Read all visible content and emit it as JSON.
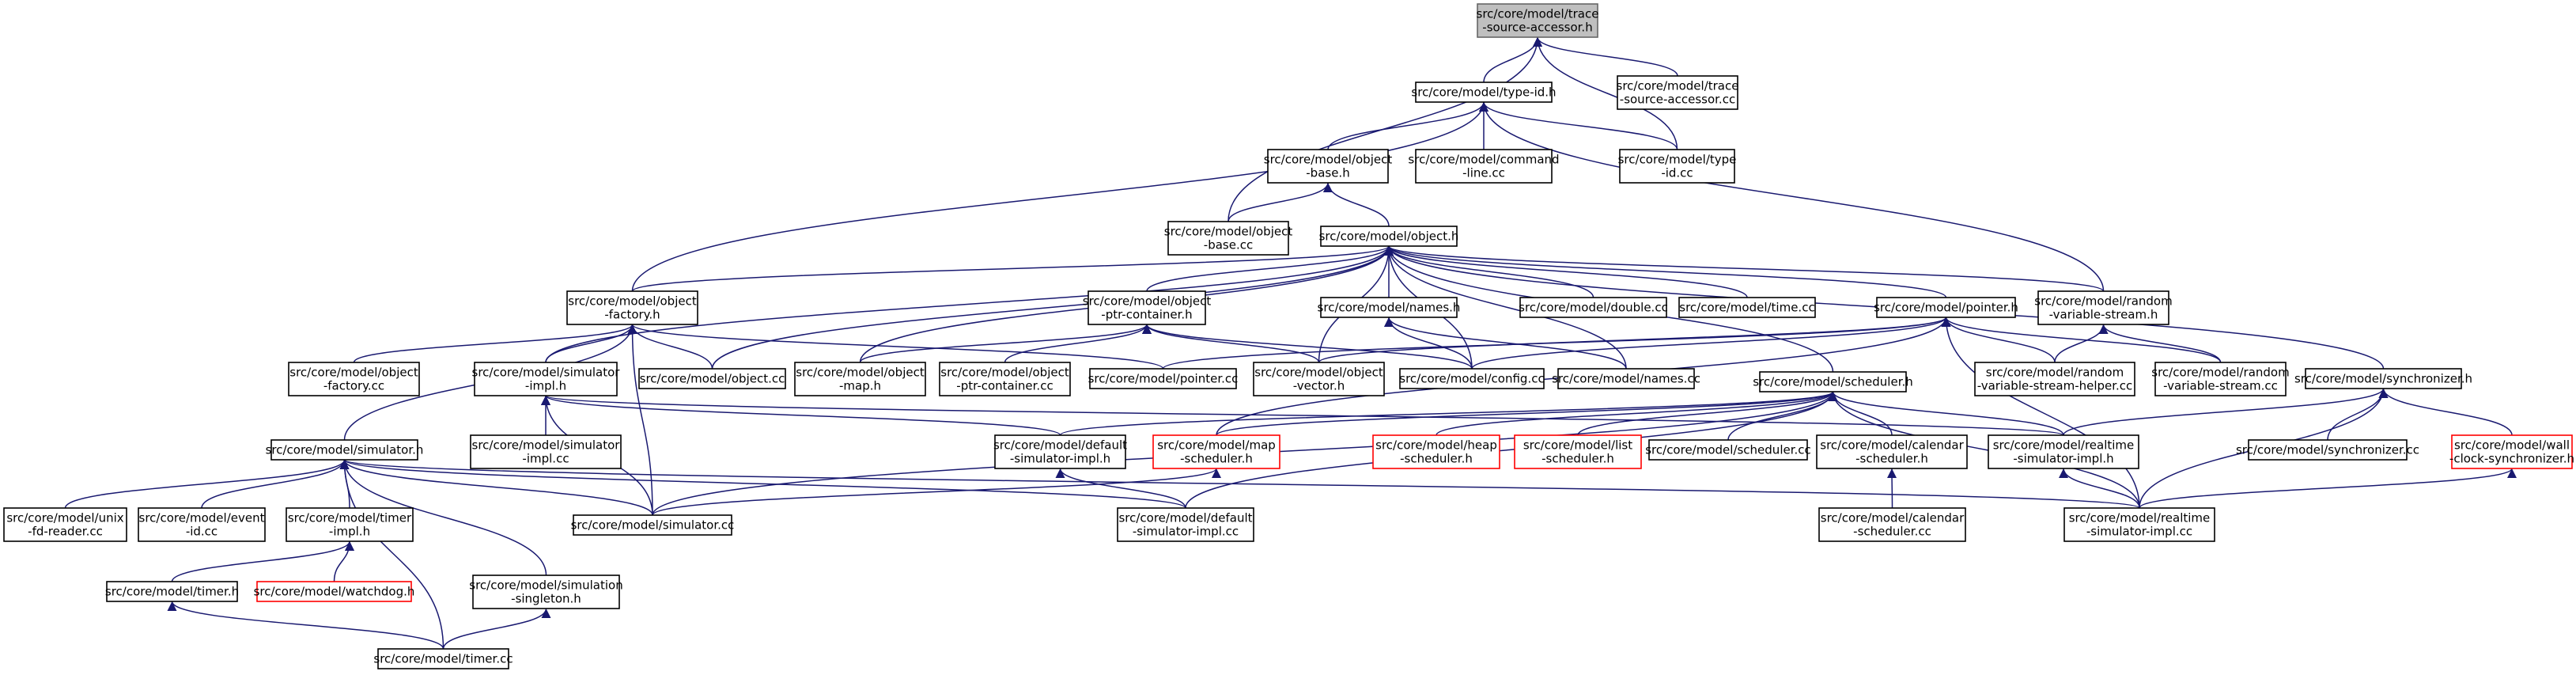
{
  "diagram": {
    "nodes": [
      {
        "id": "trace_accessor_h",
        "lines": [
          "src/core/model/trace",
          "-source-accessor.h"
        ],
        "style": "root"
      },
      {
        "id": "type_id_h",
        "lines": [
          "src/core/model/type-id.h"
        ]
      },
      {
        "id": "trace_accessor_cc",
        "lines": [
          "src/core/model/trace",
          "-source-accessor.cc"
        ]
      },
      {
        "id": "object_base_h",
        "lines": [
          "src/core/model/object",
          "-base.h"
        ]
      },
      {
        "id": "command_line_cc",
        "lines": [
          "src/core/model/command",
          "-line.cc"
        ]
      },
      {
        "id": "type_id_cc",
        "lines": [
          "src/core/model/type",
          "-id.cc"
        ]
      },
      {
        "id": "object_base_cc",
        "lines": [
          "src/core/model/object",
          "-base.cc"
        ]
      },
      {
        "id": "object_h",
        "lines": [
          "src/core/model/object.h"
        ]
      },
      {
        "id": "object_factory_h",
        "lines": [
          "src/core/model/object",
          "-factory.h"
        ]
      },
      {
        "id": "ptr_container_h",
        "lines": [
          "src/core/model/object",
          "-ptr-container.h"
        ]
      },
      {
        "id": "names_h",
        "lines": [
          "src/core/model/names.h"
        ]
      },
      {
        "id": "double_cc",
        "lines": [
          "src/core/model/double.cc"
        ]
      },
      {
        "id": "time_cc",
        "lines": [
          "src/core/model/time.cc"
        ]
      },
      {
        "id": "pointer_h",
        "lines": [
          "src/core/model/pointer.h"
        ]
      },
      {
        "id": "rvs_h",
        "lines": [
          "src/core/model/random",
          "-variable-stream.h"
        ]
      },
      {
        "id": "object_factory_cc",
        "lines": [
          "src/core/model/object",
          "-factory.cc"
        ]
      },
      {
        "id": "simulator_impl_h",
        "lines": [
          "src/core/model/simulator",
          "-impl.h"
        ]
      },
      {
        "id": "object_cc",
        "lines": [
          "src/core/model/object.cc"
        ]
      },
      {
        "id": "object_map_h",
        "lines": [
          "src/core/model/object",
          "-map.h"
        ]
      },
      {
        "id": "ptr_container_cc",
        "lines": [
          "src/core/model/object",
          "-ptr-container.cc"
        ]
      },
      {
        "id": "pointer_cc",
        "lines": [
          "src/core/model/pointer.cc"
        ]
      },
      {
        "id": "object_vector_h",
        "lines": [
          "src/core/model/object",
          "-vector.h"
        ]
      },
      {
        "id": "config_cc",
        "lines": [
          "src/core/model/config.cc"
        ]
      },
      {
        "id": "names_cc",
        "lines": [
          "src/core/model/names.cc"
        ]
      },
      {
        "id": "rvs_helper_cc",
        "lines": [
          "src/core/model/random",
          "-variable-stream-helper.cc"
        ]
      },
      {
        "id": "rvs_cc",
        "lines": [
          "src/core/model/random",
          "-variable-stream.cc"
        ]
      },
      {
        "id": "synchronizer_h",
        "lines": [
          "src/core/model/synchronizer.h"
        ]
      },
      {
        "id": "scheduler_h",
        "lines": [
          "src/core/model/scheduler.h"
        ]
      },
      {
        "id": "simulator_impl_cc",
        "lines": [
          "src/core/model/simulator",
          "-impl.cc"
        ]
      },
      {
        "id": "simulator_h",
        "lines": [
          "src/core/model/simulator.h"
        ]
      },
      {
        "id": "default_sim_impl_h",
        "lines": [
          "src/core/model/default",
          "-simulator-impl.h"
        ]
      },
      {
        "id": "map_scheduler_h",
        "lines": [
          "src/core/model/map",
          "-scheduler.h"
        ],
        "style": "red"
      },
      {
        "id": "heap_scheduler_h",
        "lines": [
          "src/core/model/heap",
          "-scheduler.h"
        ],
        "style": "red"
      },
      {
        "id": "list_scheduler_h",
        "lines": [
          "src/core/model/list",
          "-scheduler.h"
        ],
        "style": "red"
      },
      {
        "id": "scheduler_cc",
        "lines": [
          "src/core/model/scheduler.cc"
        ]
      },
      {
        "id": "calendar_scheduler_h",
        "lines": [
          "src/core/model/calendar",
          "-scheduler.h"
        ]
      },
      {
        "id": "realtime_sim_impl_h",
        "lines": [
          "src/core/model/realtime",
          "-simulator-impl.h"
        ]
      },
      {
        "id": "synchronizer_cc",
        "lines": [
          "src/core/model/synchronizer.cc"
        ]
      },
      {
        "id": "wall_clock_sync_h",
        "lines": [
          "src/core/model/wall",
          "-clock-synchronizer.h"
        ],
        "style": "red"
      },
      {
        "id": "unix_fd_reader_cc",
        "lines": [
          "src/core/model/unix",
          "-fd-reader.cc"
        ]
      },
      {
        "id": "event_id_cc",
        "lines": [
          "src/core/model/event",
          "-id.cc"
        ]
      },
      {
        "id": "timer_impl_h",
        "lines": [
          "src/core/model/timer",
          "-impl.h"
        ]
      },
      {
        "id": "simulator_cc",
        "lines": [
          "src/core/model/simulator.cc"
        ]
      },
      {
        "id": "default_sim_impl_cc",
        "lines": [
          "src/core/model/default",
          "-simulator-impl.cc"
        ]
      },
      {
        "id": "calendar_scheduler_cc",
        "lines": [
          "src/core/model/calendar",
          "-scheduler.cc"
        ]
      },
      {
        "id": "realtime_sim_impl_cc",
        "lines": [
          "src/core/model/realtime",
          "-simulator-impl.cc"
        ]
      },
      {
        "id": "timer_h",
        "lines": [
          "src/core/model/timer.h"
        ]
      },
      {
        "id": "watchdog_h",
        "lines": [
          "src/core/model/watchdog.h"
        ],
        "style": "red"
      },
      {
        "id": "sim_singleton_h",
        "lines": [
          "src/core/model/simulation",
          "-singleton.h"
        ]
      },
      {
        "id": "timer_cc",
        "lines": [
          "src/core/model/timer.cc"
        ]
      }
    ],
    "edges": [
      [
        "type_id_h",
        "trace_accessor_h"
      ],
      [
        "trace_accessor_cc",
        "trace_accessor_h"
      ],
      [
        "object_base_cc",
        "trace_accessor_h"
      ],
      [
        "type_id_cc",
        "trace_accessor_h"
      ],
      [
        "object_base_h",
        "type_id_h"
      ],
      [
        "command_line_cc",
        "type_id_h"
      ],
      [
        "type_id_cc",
        "type_id_h"
      ],
      [
        "object_factory_h",
        "type_id_h"
      ],
      [
        "rvs_h",
        "type_id_h"
      ],
      [
        "object_base_cc",
        "object_base_h"
      ],
      [
        "object_h",
        "object_base_h"
      ],
      [
        "object_factory_h",
        "object_h"
      ],
      [
        "ptr_container_h",
        "object_h"
      ],
      [
        "names_h",
        "object_h"
      ],
      [
        "double_cc",
        "object_h"
      ],
      [
        "time_cc",
        "object_h"
      ],
      [
        "pointer_h",
        "object_h"
      ],
      [
        "rvs_h",
        "object_h"
      ],
      [
        "synchronizer_h",
        "object_h"
      ],
      [
        "scheduler_h",
        "object_h"
      ],
      [
        "simulator_impl_h",
        "object_h"
      ],
      [
        "object_cc",
        "object_h"
      ],
      [
        "object_map_h",
        "object_h"
      ],
      [
        "object_vector_h",
        "object_h"
      ],
      [
        "config_cc",
        "object_h"
      ],
      [
        "names_cc",
        "object_h"
      ],
      [
        "object_factory_cc",
        "object_factory_h"
      ],
      [
        "simulator_impl_h",
        "object_factory_h"
      ],
      [
        "object_cc",
        "object_factory_h"
      ],
      [
        "pointer_cc",
        "object_factory_h"
      ],
      [
        "simulator_h",
        "object_factory_h"
      ],
      [
        "simulator_cc",
        "object_factory_h"
      ],
      [
        "object_map_h",
        "ptr_container_h"
      ],
      [
        "ptr_container_cc",
        "ptr_container_h"
      ],
      [
        "object_vector_h",
        "ptr_container_h"
      ],
      [
        "config_cc",
        "ptr_container_h"
      ],
      [
        "config_cc",
        "names_h"
      ],
      [
        "names_cc",
        "names_h"
      ],
      [
        "pointer_cc",
        "pointer_h"
      ],
      [
        "object_vector_h",
        "pointer_h"
      ],
      [
        "config_cc",
        "pointer_h"
      ],
      [
        "rvs_helper_cc",
        "pointer_h"
      ],
      [
        "rvs_cc",
        "pointer_h"
      ],
      [
        "realtime_sim_impl_cc",
        "pointer_h"
      ],
      [
        "map_scheduler_h",
        "pointer_h"
      ],
      [
        "rvs_helper_cc",
        "rvs_h"
      ],
      [
        "rvs_cc",
        "rvs_h"
      ],
      [
        "simulator_impl_cc",
        "simulator_impl_h"
      ],
      [
        "default_sim_impl_h",
        "simulator_impl_h"
      ],
      [
        "realtime_sim_impl_h",
        "simulator_impl_h"
      ],
      [
        "simulator_cc",
        "simulator_impl_h"
      ],
      [
        "default_sim_impl_h",
        "scheduler_h"
      ],
      [
        "map_scheduler_h",
        "scheduler_h"
      ],
      [
        "heap_scheduler_h",
        "scheduler_h"
      ],
      [
        "list_scheduler_h",
        "scheduler_h"
      ],
      [
        "scheduler_cc",
        "scheduler_h"
      ],
      [
        "calendar_scheduler_h",
        "scheduler_h"
      ],
      [
        "realtime_sim_impl_h",
        "scheduler_h"
      ],
      [
        "simulator_cc",
        "scheduler_h"
      ],
      [
        "default_sim_impl_cc",
        "scheduler_h"
      ],
      [
        "realtime_sim_impl_cc",
        "scheduler_h"
      ],
      [
        "realtime_sim_impl_h",
        "synchronizer_h"
      ],
      [
        "synchronizer_cc",
        "synchronizer_h"
      ],
      [
        "wall_clock_sync_h",
        "synchronizer_h"
      ],
      [
        "realtime_sim_impl_cc",
        "synchronizer_h"
      ],
      [
        "default_sim_impl_cc",
        "default_sim_impl_h"
      ],
      [
        "simulator_cc",
        "map_scheduler_h"
      ],
      [
        "calendar_scheduler_cc",
        "calendar_scheduler_h"
      ],
      [
        "realtime_sim_impl_cc",
        "realtime_sim_impl_h"
      ],
      [
        "realtime_sim_impl_cc",
        "wall_clock_sync_h"
      ],
      [
        "unix_fd_reader_cc",
        "simulator_h"
      ],
      [
        "event_id_cc",
        "simulator_h"
      ],
      [
        "timer_impl_h",
        "simulator_h"
      ],
      [
        "simulator_cc",
        "simulator_h"
      ],
      [
        "default_sim_impl_cc",
        "simulator_h"
      ],
      [
        "realtime_sim_impl_cc",
        "simulator_h"
      ],
      [
        "sim_singleton_h",
        "simulator_h"
      ],
      [
        "timer_cc",
        "simulator_h"
      ],
      [
        "timer_h",
        "timer_impl_h"
      ],
      [
        "watchdog_h",
        "timer_impl_h"
      ],
      [
        "timer_cc",
        "timer_h"
      ],
      [
        "timer_cc",
        "sim_singleton_h"
      ]
    ]
  }
}
